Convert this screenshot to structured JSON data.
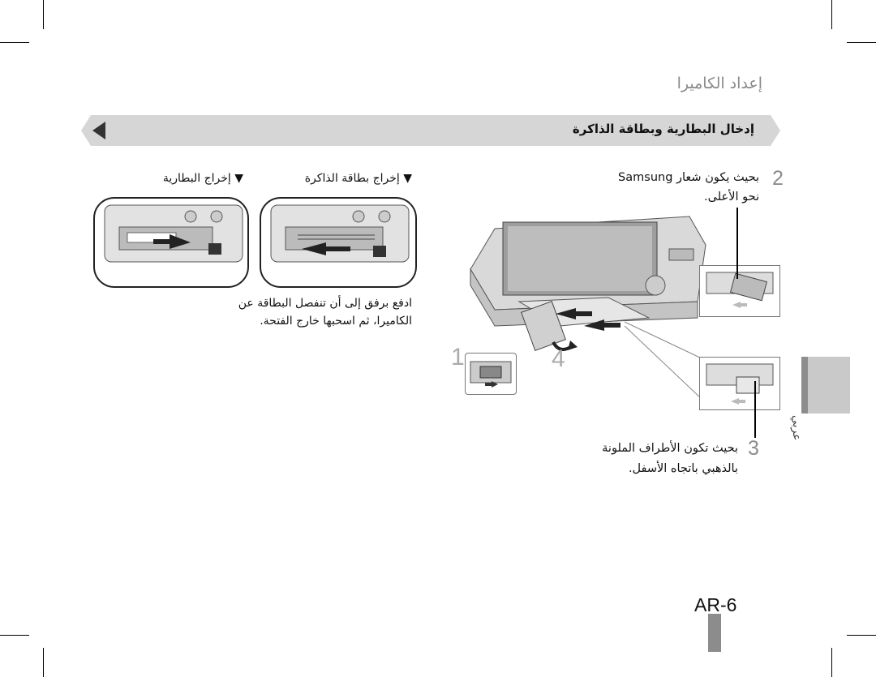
{
  "header": {
    "section_title": "إعداد الكاميرا"
  },
  "banner": {
    "title": "إدخال البطارية وبطاقة الذاكرة"
  },
  "left_panels": {
    "remove_card_label": "▼ إخراج بطاقة الذاكرة",
    "remove_battery_label": "▼ إخراج البطارية",
    "instruction_line1": "ادفع برفق إلى أن تنفصل البطاقة عن",
    "instruction_line2": "الكاميرا، ثم اسحبها خارج الفتحة."
  },
  "steps": {
    "step2_number": "2",
    "step2_line1": "بحيث يكون شعار Samsung",
    "step2_line2": "نحو الأعلى.",
    "step3_number": "3",
    "step3_line1": "بحيث تكون الأطراف الملونة",
    "step3_line2": "بالذهبي باتجاه الأسفل."
  },
  "diagram": {
    "callout_1": "1",
    "callout_4": "4"
  },
  "side_tab": {
    "label": "عربي"
  },
  "footer": {
    "page_number": "AR-6"
  },
  "colors": {
    "banner_fill": "#d6d6d6",
    "tab_fill": "#c9c9c9",
    "tab_bar": "#8d8d8d",
    "page_bar": "#8c8c8c",
    "step_number": "#8c8c8c"
  }
}
